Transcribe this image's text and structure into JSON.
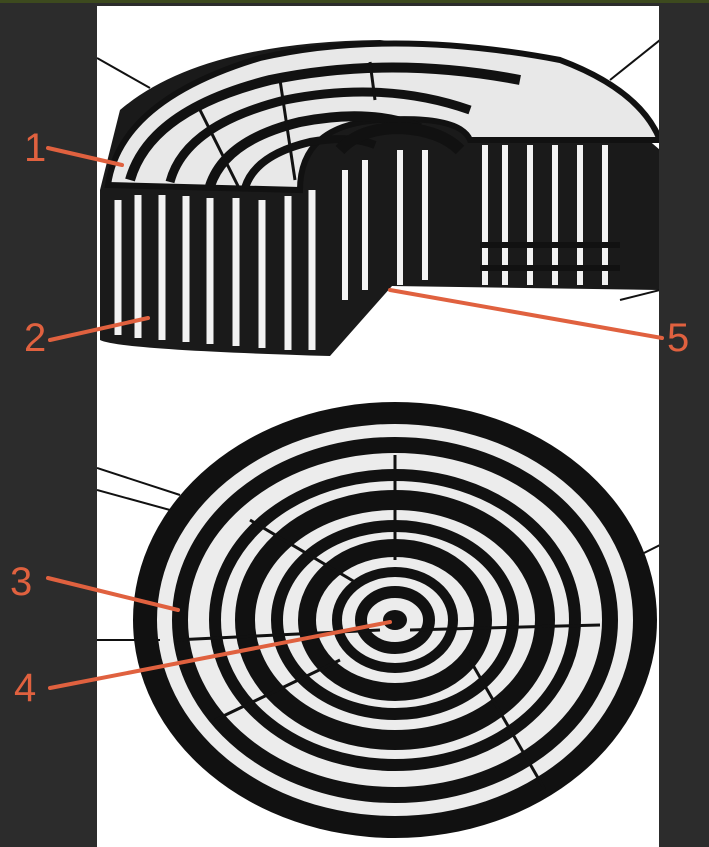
{
  "labels": {
    "one": "1",
    "two": "2",
    "three": "3",
    "four": "4",
    "five": "5"
  },
  "colors": {
    "background": "#2c2c2c",
    "panel": "#ffffff",
    "ink": "#111111",
    "callout": "#e0613f",
    "top_rule": "#3d4a1e"
  }
}
